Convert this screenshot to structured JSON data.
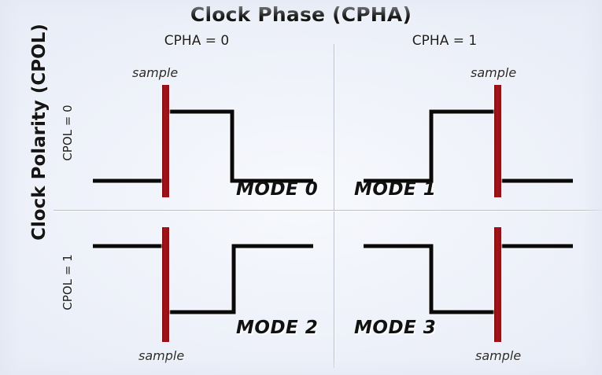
{
  "diagram": {
    "title_top": "Clock Phase (CPHA)",
    "title_left": "Clock Polarity (CPOL)",
    "column_labels": [
      {
        "text": "CPHA = 0"
      },
      {
        "text": "CPHA = 1"
      }
    ],
    "row_labels": [
      {
        "text": "CPOL = 0"
      },
      {
        "text": "CPOL = 1"
      }
    ],
    "colors": {
      "background": "#eef1f9",
      "waveform": "#0a0a0a",
      "sample_marker": "#93111 5",
      "sample_marker_hex": "#931115",
      "divider": "#b9bfcc",
      "text": "#161616"
    },
    "quadrants": [
      {
        "mode_label": "MODE 0",
        "cpol": 0,
        "cpha": 0,
        "sample_label": "sample",
        "sample_label_position": "top",
        "sample_edge": "rising",
        "idle_level": "low",
        "waveform": "low, rising edge at sample marker, high, falling edge, low"
      },
      {
        "mode_label": "MODE 1",
        "cpol": 0,
        "cpha": 1,
        "sample_label": "sample",
        "sample_label_position": "top",
        "sample_edge": "falling",
        "idle_level": "low",
        "waveform": "low, rising edge, high, falling edge at sample marker, low"
      },
      {
        "mode_label": "MODE 2",
        "cpol": 1,
        "cpha": 0,
        "sample_label": "sample",
        "sample_label_position": "bottom",
        "sample_edge": "falling",
        "idle_level": "high",
        "waveform": "high, falling edge at sample marker, low, rising edge, high"
      },
      {
        "mode_label": "MODE 3",
        "cpol": 1,
        "cpha": 1,
        "sample_label": "sample",
        "sample_label_position": "bottom",
        "sample_edge": "rising",
        "idle_level": "high",
        "waveform": "high, falling edge, low, rising edge at sample marker, high"
      }
    ]
  }
}
